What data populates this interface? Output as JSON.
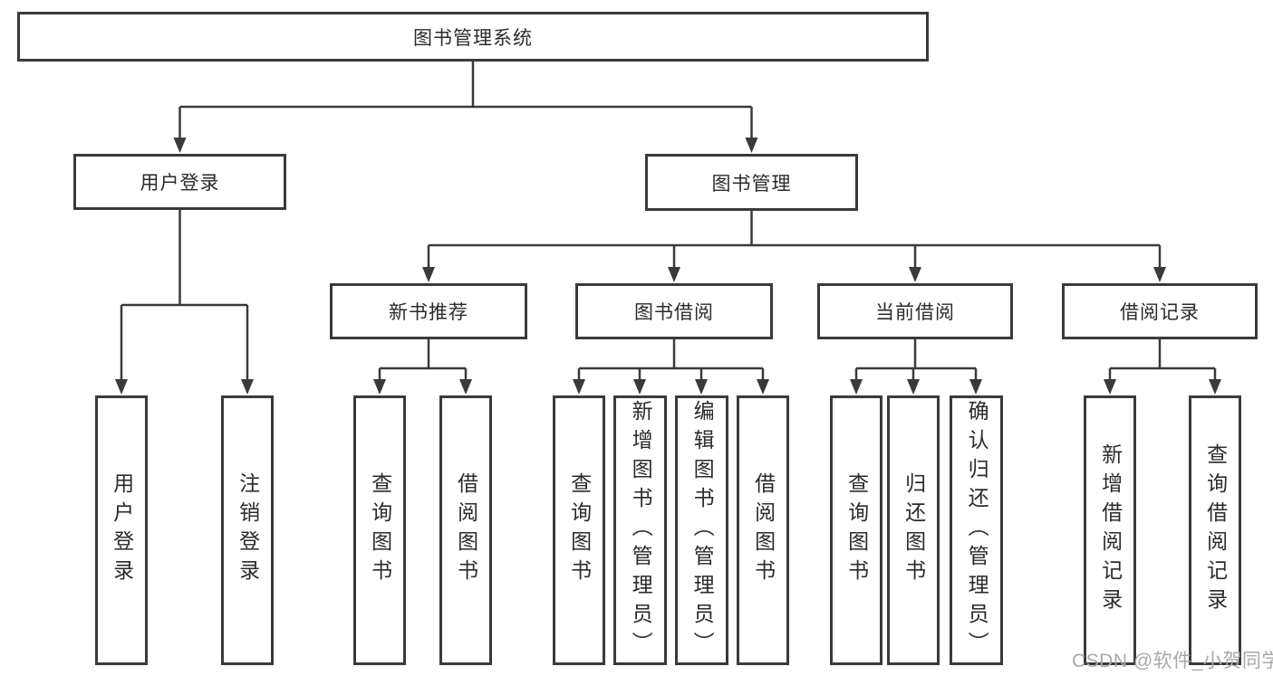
{
  "diagram": {
    "title": "图书管理系统",
    "branches": [
      {
        "label": "用户登录",
        "children": [
          {
            "label": "用户登录"
          },
          {
            "label": "注销登录"
          }
        ]
      },
      {
        "label": "图书管理",
        "children": [
          {
            "label": "新书推荐",
            "children": [
              {
                "label": "查询图书"
              },
              {
                "label": "借阅图书"
              }
            ]
          },
          {
            "label": "图书借阅",
            "children": [
              {
                "label": "查询图书"
              },
              {
                "label": "新增图书（管理员）"
              },
              {
                "label": "编辑图书（管理员）"
              },
              {
                "label": "借阅图书"
              }
            ]
          },
          {
            "label": "当前借阅",
            "children": [
              {
                "label": "查询图书"
              },
              {
                "label": "归还图书"
              },
              {
                "label": "确认归还（管理员）"
              }
            ]
          },
          {
            "label": "借阅记录",
            "children": [
              {
                "label": "新增借阅记录"
              },
              {
                "label": "查询借阅记录"
              }
            ]
          }
        ]
      }
    ],
    "colors": {
      "line": "#3a3a3a",
      "text": "#2b2b2b",
      "background": "#ffffff",
      "watermark": "#a8a8a8"
    }
  },
  "watermark": {
    "text": "CSDN @软件_小贺同学"
  }
}
